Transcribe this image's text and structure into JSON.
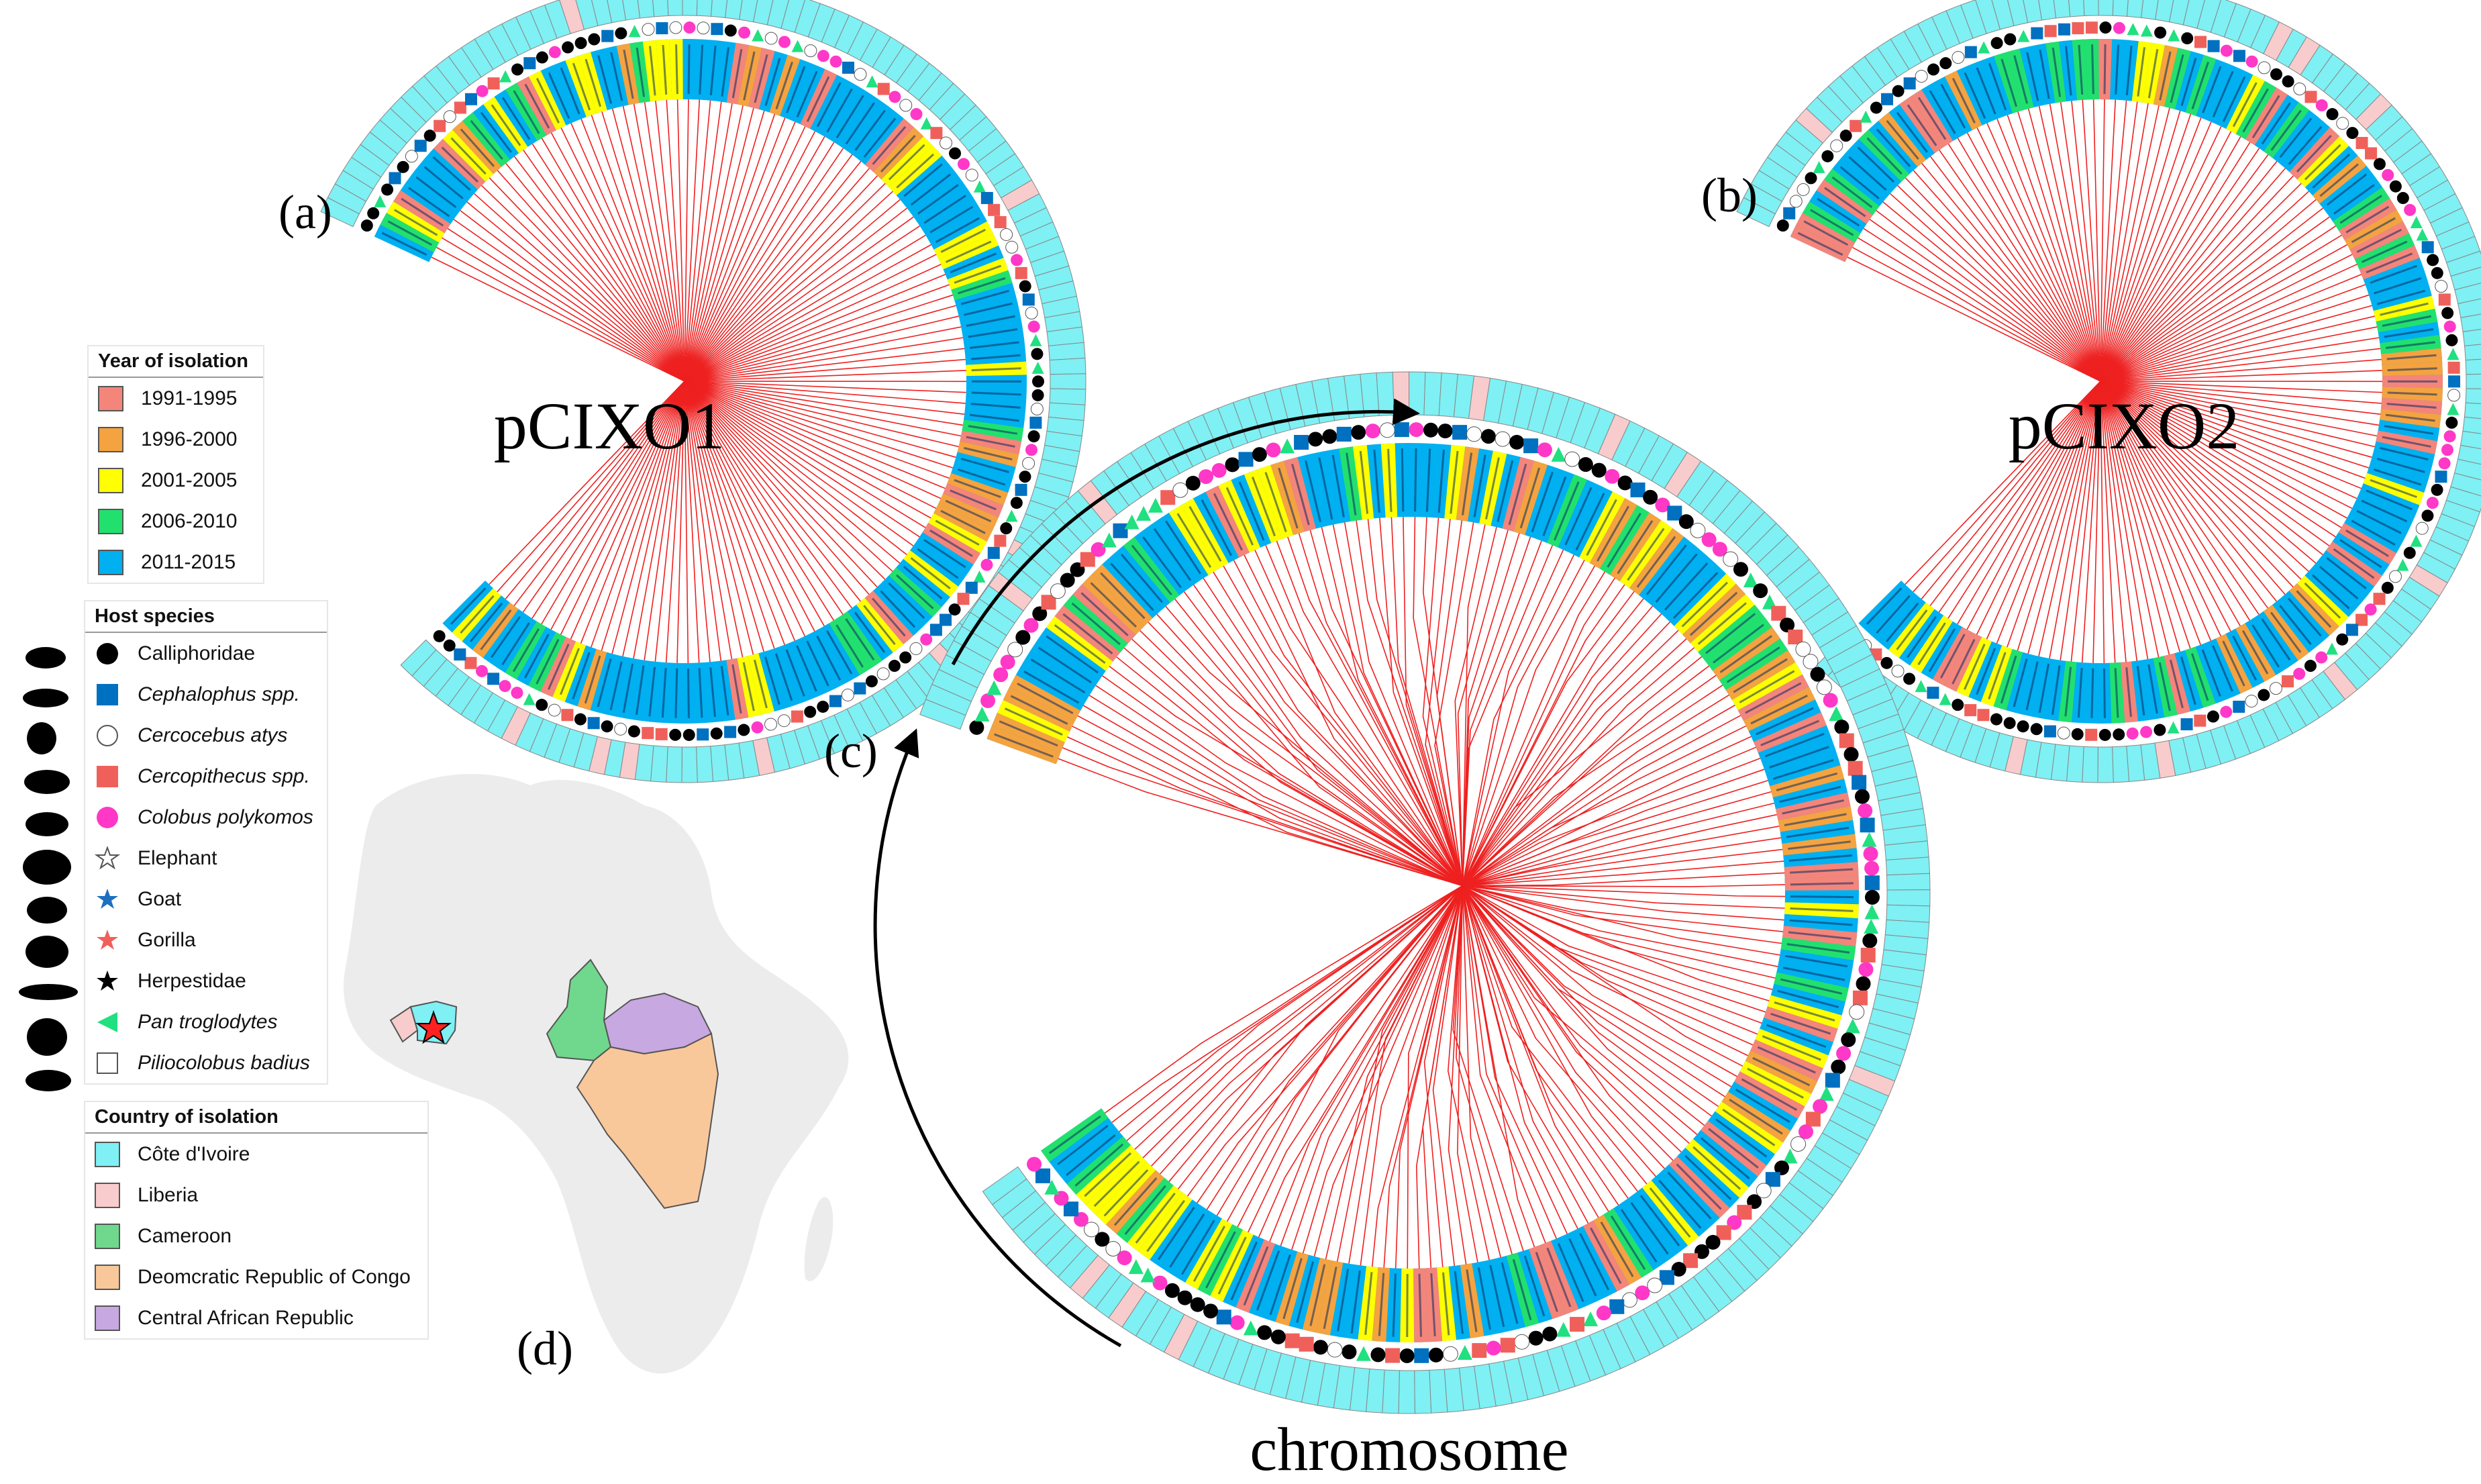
{
  "panels": {
    "a": {
      "tag": "(a)",
      "title": "pCIXO1"
    },
    "b": {
      "tag": "(b)",
      "title": "pCIXO2"
    },
    "c": {
      "tag": "(c)",
      "title": "chromosome"
    },
    "d": {
      "tag": "(d)"
    }
  },
  "legend": {
    "year": {
      "title": "Year of isolation",
      "items": [
        {
          "label": "1991-1995",
          "color": "#f4857a"
        },
        {
          "label": "1996-2000",
          "color": "#f4a340"
        },
        {
          "label": "2001-2005",
          "color": "#ffff00"
        },
        {
          "label": "2006-2010",
          "color": "#22e06e"
        },
        {
          "label": "2011-2015",
          "color": "#00b0f0"
        }
      ]
    },
    "host": {
      "title": "Host species",
      "items": [
        {
          "label": "Calliphoridae",
          "icon": "black-circle",
          "italic": false
        },
        {
          "label": "Cephalophus spp.",
          "icon": "blue-square",
          "italic": true
        },
        {
          "label": "Cercocebus atys",
          "icon": "white-circle",
          "italic": true
        },
        {
          "label": "Cercopithecus spp.",
          "icon": "red-square",
          "italic": true
        },
        {
          "label": "Colobus polykomos",
          "icon": "magenta-circle",
          "italic": true
        },
        {
          "label": "Elephant",
          "icon": "white-star",
          "italic": false
        },
        {
          "label": "Goat",
          "icon": "blue-star",
          "italic": false
        },
        {
          "label": "Gorilla",
          "icon": "salmon-star",
          "italic": false
        },
        {
          "label": "Herpestidae",
          "icon": "black-star",
          "italic": false
        },
        {
          "label": "Pan troglodytes",
          "icon": "green-triangle",
          "italic": true
        },
        {
          "label": "Piliocolobus badius",
          "icon": "white-square",
          "italic": true
        }
      ]
    },
    "country": {
      "title": "Country of isolation",
      "items": [
        {
          "label": "Côte d'Ivoire",
          "color": "#7ff0f4"
        },
        {
          "label": "Liberia",
          "color": "#f8cccc"
        },
        {
          "label": "Cameroon",
          "color": "#6fd88c"
        },
        {
          "label": "Deomcratic Republic of Congo",
          "color": "#f8c89a"
        },
        {
          "label": "Central African Republic",
          "color": "#c8a8e0"
        }
      ]
    }
  },
  "map": {
    "highlighted": [
      "Côte d'Ivoire",
      "Liberia",
      "Cameroon",
      "Central African Republic",
      "Deomcratic Republic of Congo"
    ],
    "marker": "red-star"
  }
}
